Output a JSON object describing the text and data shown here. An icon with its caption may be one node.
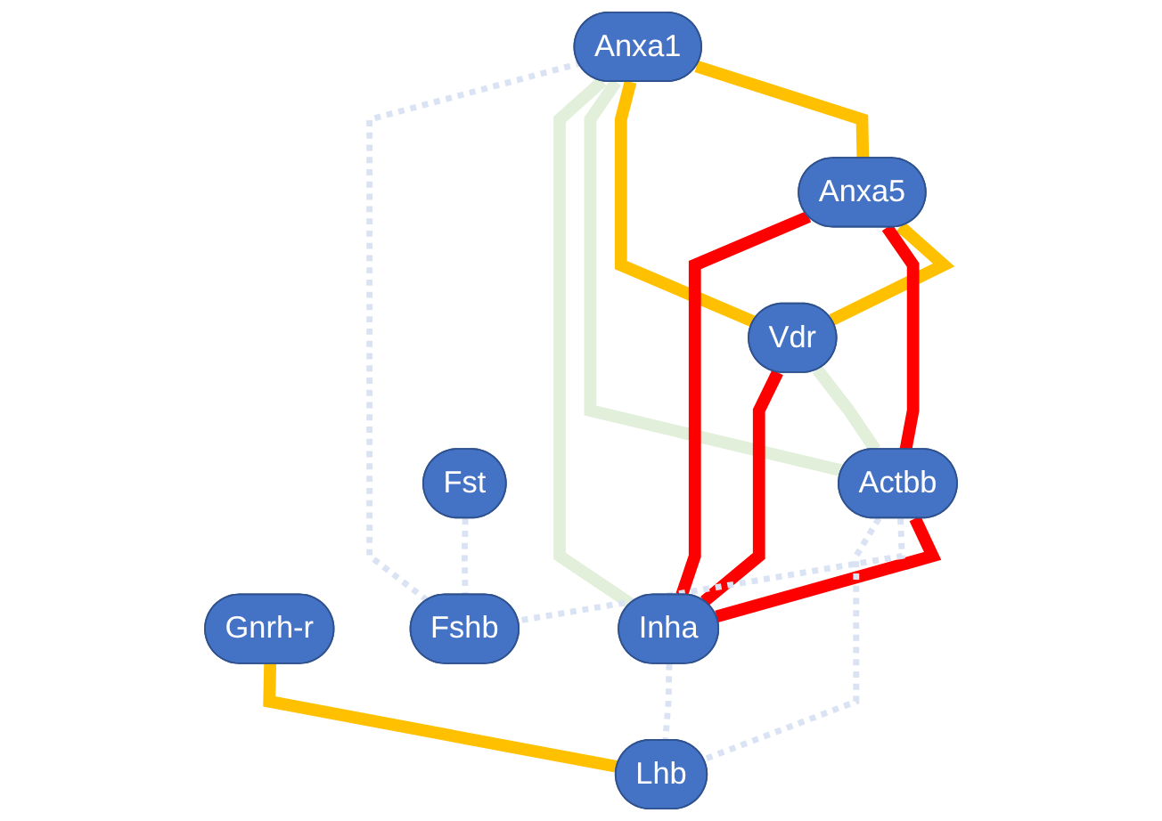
{
  "diagram": {
    "nodes": [
      {
        "text": [
          "Anxa1"
        ]
      },
      {
        "text": [
          "Anxa5"
        ]
      },
      {
        "text": [
          "Vdr"
        ]
      },
      {
        "text": [
          "Gnrh-r"
        ]
      },
      {
        "text": [
          "Actbb"
        ]
      },
      {
        "text": [
          "Inha"
        ]
      },
      {
        "text": [
          "Lhb"
        ]
      },
      {
        "text": [
          "Fst"
        ]
      },
      {
        "text": [
          "Fshb"
        ]
      }
    ],
    "edges": [
      {
        "from": 0,
        "to": 1,
        "arrow": "none",
        "color": "#ffc000"
      },
      {
        "from": 0,
        "to": 2,
        "arrow": "none",
        "color": "#ffc000"
      },
      {
        "from": 1,
        "to": 2,
        "arrow": "none",
        "color": "#ffc000"
      },
      {
        "from": 0,
        "to": 4,
        "arrow": "none",
        "color": "#e2efda"
      },
      {
        "from": 0,
        "to": 5,
        "arrow": "none",
        "color": "#e2efda"
      },
      {
        "from": 2,
        "to": 4,
        "arrow": "none",
        "color": "#e2efda"
      },
      {
        "from": 1,
        "to": 4,
        "arrow": "none",
        "color": "#ff0000"
      },
      {
        "from": 1,
        "to": 5,
        "arrow": "none",
        "color": "#ff0000"
      },
      {
        "from": 2,
        "to": 5,
        "arrow": "none",
        "color": "#ff0000"
      },
      {
        "from": 4,
        "to": 5,
        "arrow": "none",
        "color": "#ff0000"
      },
      {
        "from": 3,
        "to": 6,
        "arrow": "none",
        "color": "#ffc000"
      },
      {
        "from": 8,
        "to": 0,
        "arrow": "none",
        "style": "dashed",
        "color": "#dae3f3"
      },
      {
        "from": 4,
        "to": 8,
        "arrow": "none",
        "style": "dashed",
        "color": "#dae3f3"
      },
      {
        "from": 4,
        "to": 6,
        "arrow": "none",
        "style": "dashed",
        "color": "#dae3f3"
      },
      {
        "from": 5,
        "to": 6,
        "arrow": "none",
        "style": "dashed",
        "color": "#dae3f3"
      },
      {
        "from": 7,
        "to": 8,
        "arrow": "none",
        "style": "dashed",
        "color": "#dae3f3"
      }
    ]
  }
}
